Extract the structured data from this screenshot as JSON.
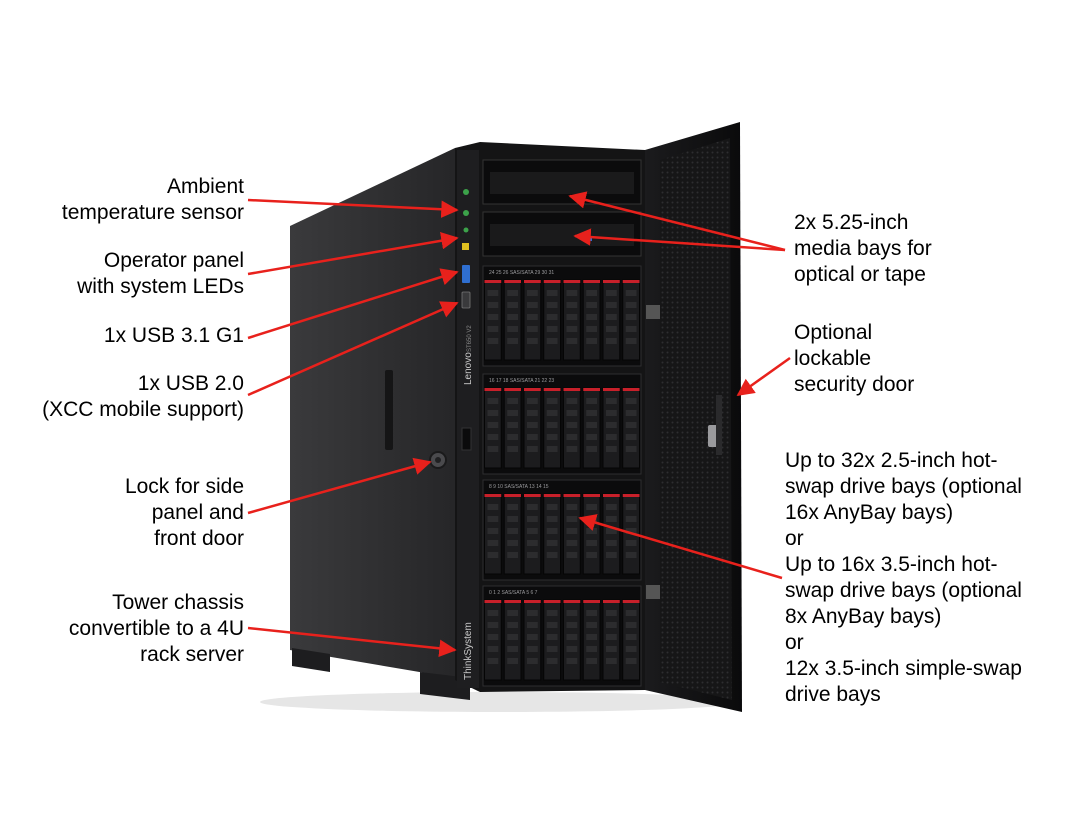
{
  "callouts_left": [
    {
      "id": "ambient",
      "lines": [
        "Ambient",
        "temperature sensor"
      ]
    },
    {
      "id": "operator",
      "lines": [
        "Operator panel",
        "with system LEDs"
      ]
    },
    {
      "id": "usb31",
      "lines": [
        "1x USB 3.1 G1"
      ]
    },
    {
      "id": "usb20",
      "lines": [
        "1x USB 2.0",
        "(XCC mobile support)"
      ]
    },
    {
      "id": "lock",
      "lines": [
        "Lock for side",
        "panel and",
        "front door"
      ]
    },
    {
      "id": "tower",
      "lines": [
        "Tower chassis",
        "convertible to a 4U",
        "rack server"
      ]
    }
  ],
  "callouts_right": [
    {
      "id": "media",
      "lines": [
        "2x 5.25-inch",
        "media bays for",
        "optical or tape"
      ]
    },
    {
      "id": "door",
      "lines": [
        "Optional",
        "lockable",
        "security door"
      ]
    },
    {
      "id": "drives",
      "lines": [
        "Up to 32x 2.5-inch hot-",
        "swap drive bays (optional",
        "16x AnyBay bays)",
        "or",
        "Up to 16x 3.5-inch hot-",
        "swap drive bays (optional",
        "8x AnyBay bays)",
        "or",
        "12x 3.5-inch simple-swap",
        "drive bays"
      ]
    }
  ],
  "server": {
    "brand_front": "ThinkSystem",
    "brand_panel": "Lenovo",
    "model": "ST650 V2",
    "drive_group_headers": [
      [
        "24",
        "25",
        "26",
        "SAS/SATA",
        "29",
        "30",
        "31"
      ],
      [
        "16",
        "17",
        "18",
        "SAS/SATA",
        "21",
        "22",
        "23"
      ],
      [
        "8",
        "9",
        "10",
        "SAS/SATA",
        "13",
        "14",
        "15"
      ],
      [
        "0",
        "1",
        "2",
        "SAS/SATA",
        "5",
        "6",
        "7"
      ]
    ]
  },
  "colors": {
    "arrow": "#e8211c",
    "chassis_side": "#2b2b2d",
    "chassis_front": "#151516",
    "door": "#0e0e0f",
    "drive_tab": "#c8202a"
  }
}
